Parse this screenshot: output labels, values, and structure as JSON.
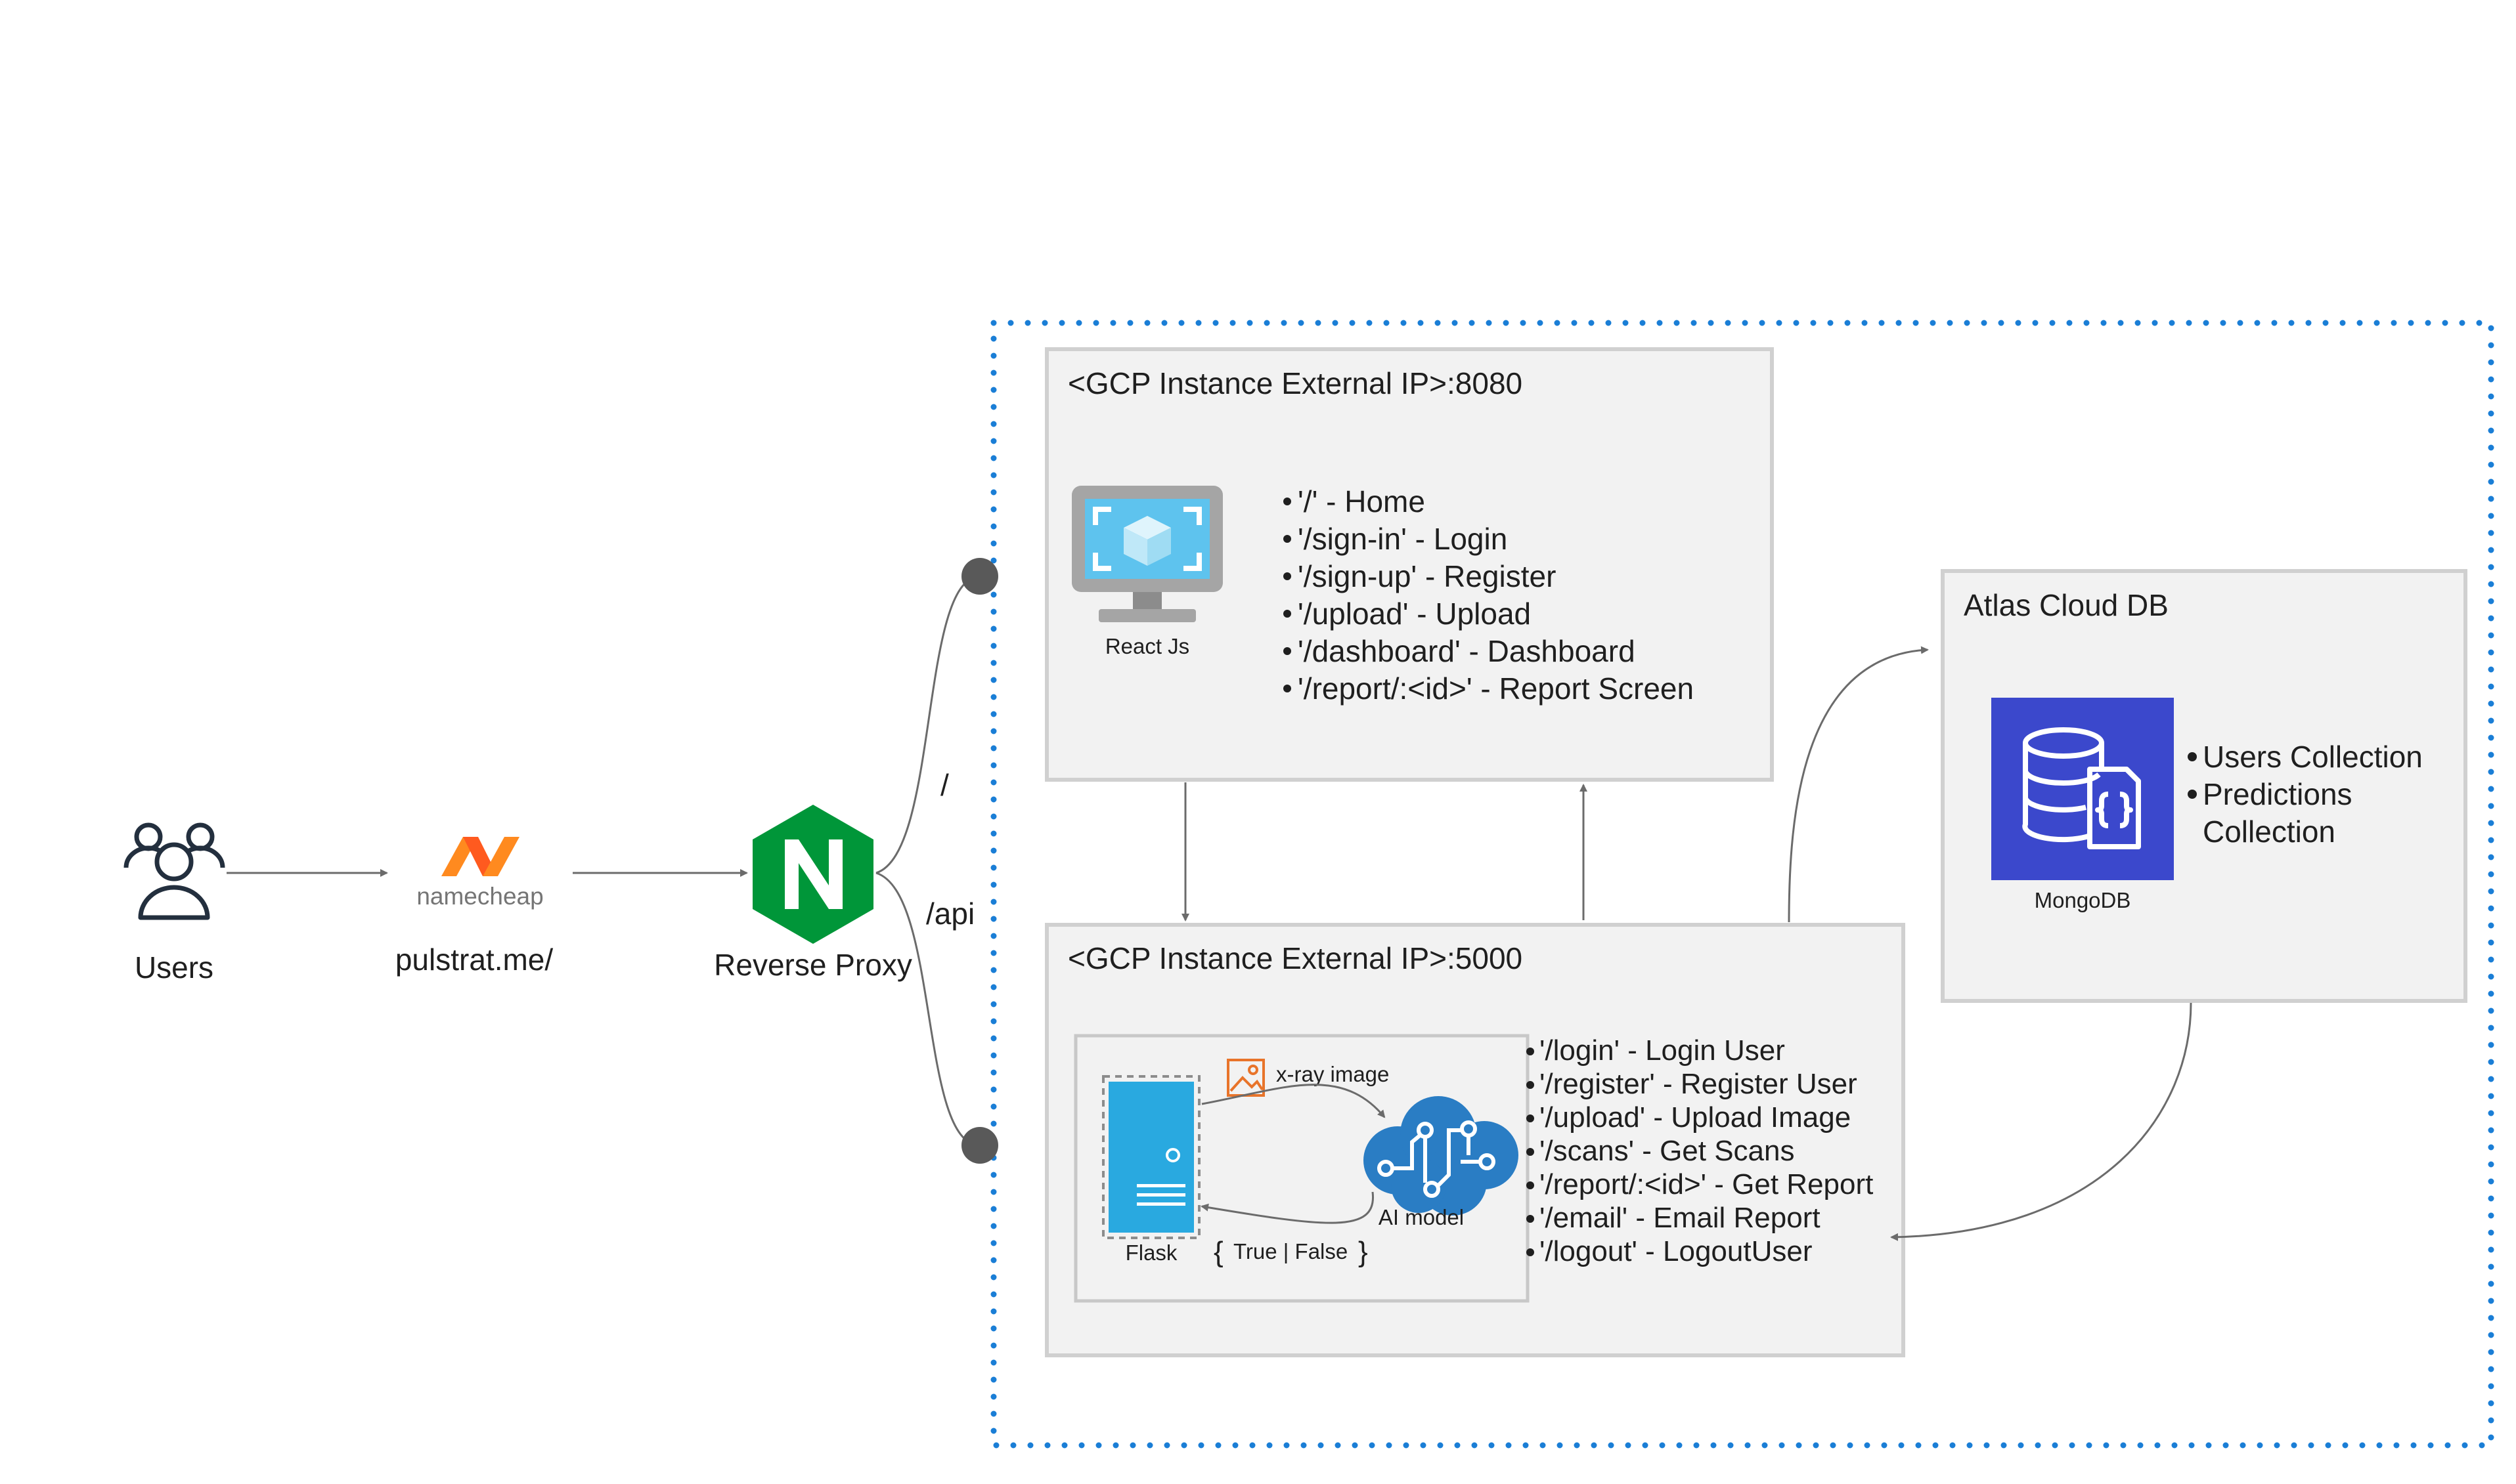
{
  "users": {
    "label": "Users",
    "icon": "users-icon"
  },
  "domain": {
    "logo_text": "namecheap",
    "label": "pulstrat.me/",
    "brand_color": "#ff5a1f"
  },
  "proxy": {
    "label": "Reverse Proxy",
    "icon": "nginx-icon",
    "brand_color": "#009639"
  },
  "routes": {
    "root": "/",
    "api": "/api"
  },
  "frontend": {
    "title": "<GCP Instance External IP>:8080",
    "icon_label": "React Js",
    "icon": "monitor-icon",
    "routes": [
      "'/' - Home",
      "'/sign-in' - Login",
      "'/sign-up' - Register",
      "'/upload' - Upload",
      "'/dashboard' - Dashboard",
      "'/report/:<id>' - Report Screen"
    ]
  },
  "backend": {
    "title": "<GCP Instance External IP>:5000",
    "server_label": "Flask",
    "model_label": "AI model",
    "input_label": "x-ray image",
    "output_label": "True | False",
    "brace_open": "{",
    "brace_close": "}",
    "routes": [
      "'/login' - Login User",
      "'/register' - Register User",
      "'/upload' - Upload Image",
      "'/scans' - Get Scans",
      "'/report/:<id>' - Get Report",
      "'/email' - Email Report",
      "'/logout' - LogoutUser"
    ]
  },
  "database": {
    "title": "Atlas Cloud DB",
    "icon_label": "MongoDB",
    "icon": "database-icon",
    "icon_color": "#3b48cc",
    "collections": [
      {
        "line1": "Users Collection",
        "line2": ""
      },
      {
        "line1": "Predictions",
        "line2": "Collection"
      }
    ]
  },
  "colors": {
    "flask": "#29a9e0",
    "ai_model": "#2a7dc4",
    "boundary": "#1a7ed6"
  }
}
